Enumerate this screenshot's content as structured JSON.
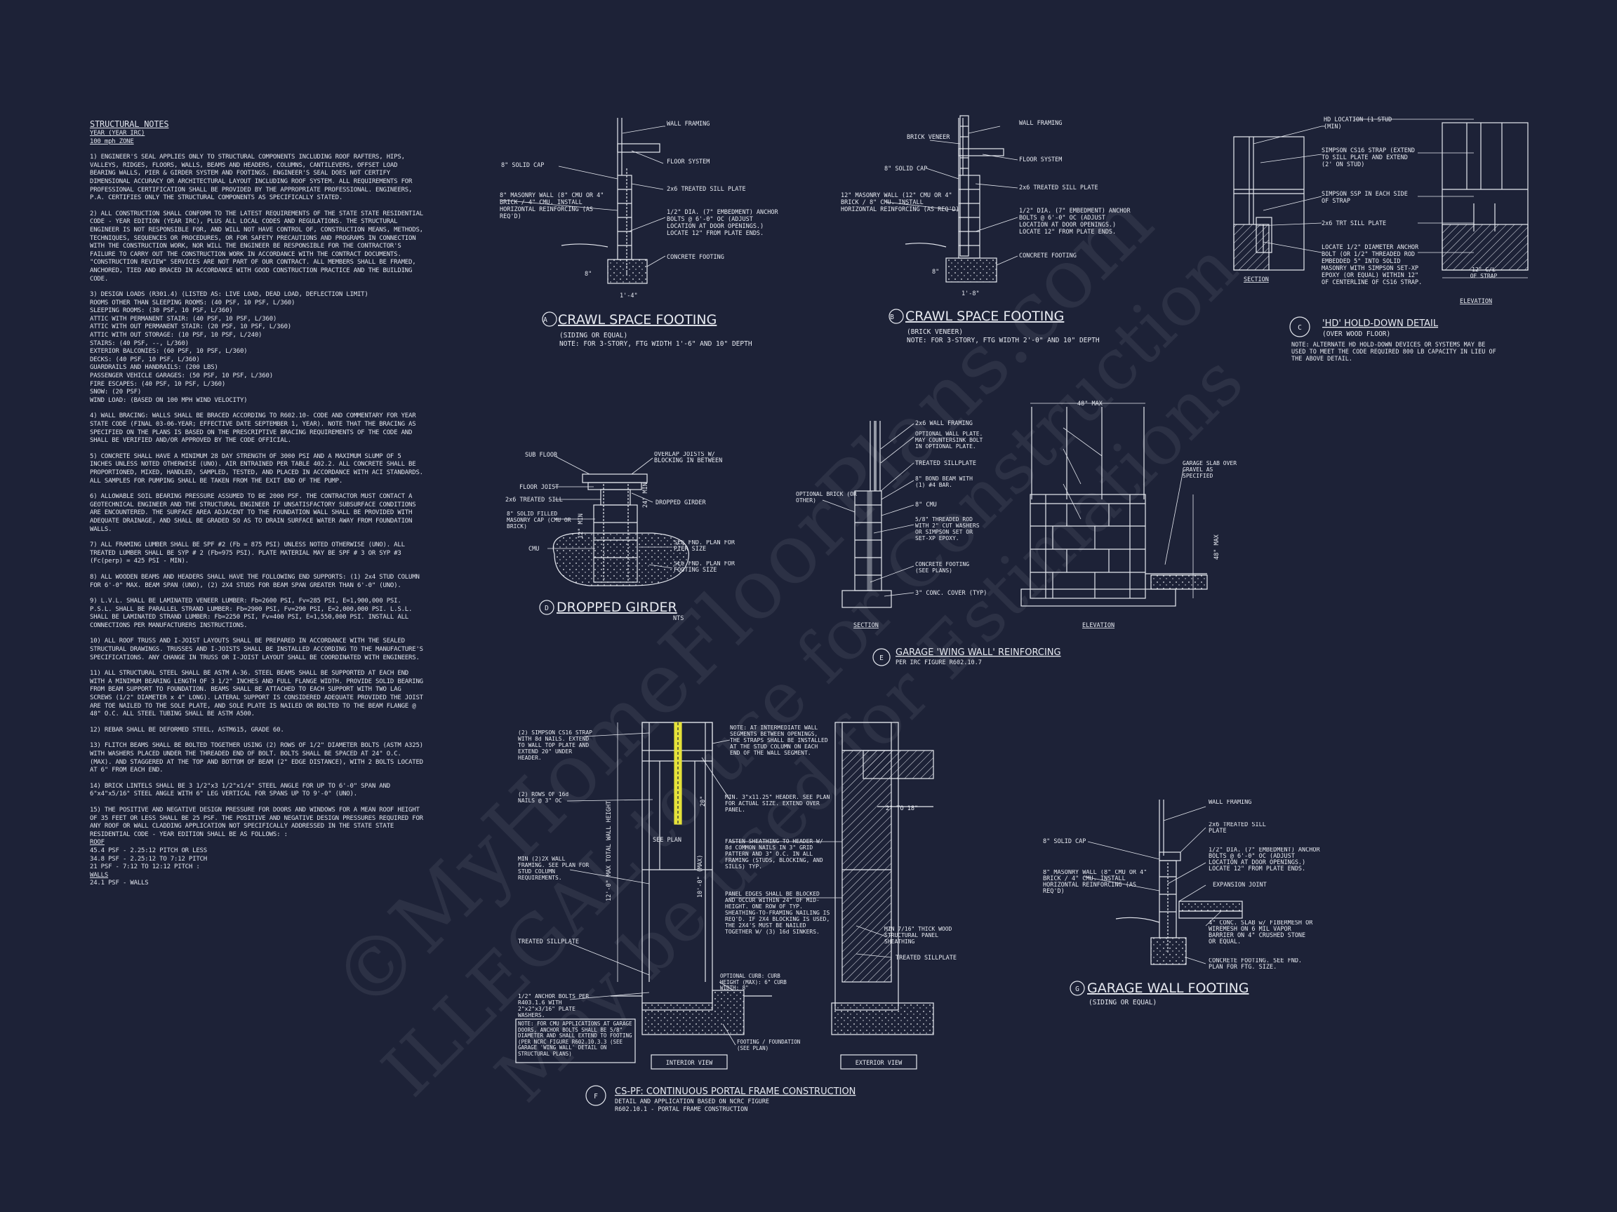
{
  "notes": {
    "title": "STRUCTURAL NOTES",
    "year": "YEAR (YEAR IRC)",
    "wind": "100 mph ZONE",
    "paragraphs": [
      "1) ENGINEER'S SEAL APPLIES ONLY TO STRUCTURAL COMPONENTS INCLUDING ROOF RAFTERS, HIPS, VALLEYS, RIDGES, FLOORS, WALLS, BEAMS AND HEADERS, COLUMNS, CANTILEVERS, OFFSET LOAD BEARING WALLS, PIER & GIRDER SYSTEM AND FOOTINGS. ENGINEER'S SEAL DOES NOT CERTIFY DIMENSIONAL ACCURACY OR ARCHITECTURAL LAYOUT INCLUDING ROOF SYSTEM. ALL REQUIREMENTS FOR PROFESSIONAL CERTIFICATION SHALL BE PROVIDED BY THE APPROPRIATE PROFESSIONAL. ENGINEERS, P.A. CERTIFIES ONLY THE STRUCTURAL COMPONENTS AS SPECIFICALLY STATED.",
      "2) ALL CONSTRUCTION SHALL CONFORM TO THE LATEST REQUIREMENTS OF THE STATE STATE RESIDENTIAL CODE - YEAR EDITION (YEAR IRC), PLUS ALL LOCAL CODES AND REGULATIONS. THE STRUCTURAL ENGINEER IS NOT RESPONSIBLE FOR, AND WILL NOT HAVE CONTROL OF, CONSTRUCTION MEANS, METHODS, TECHNIQUES, SEQUENCES OR PROCEDURES, OR FOR SAFETY PRECAUTIONS AND PROGRAMS IN CONNECTION WITH THE CONSTRUCTION WORK, NOR WILL THE ENGINEER BE RESPONSIBLE FOR THE CONTRACTOR'S FAILURE TO CARRY OUT THE CONSTRUCTION WORK IN ACCORDANCE WITH THE CONTRACT DOCUMENTS. \"CONSTRUCTION REVIEW\" SERVICES ARE NOT PART OF OUR CONTRACT. ALL MEMBERS SHALL BE FRAMED, ANCHORED, TIED AND BRACED IN ACCORDANCE WITH GOOD CONSTRUCTION PRACTICE AND THE BUILDING CODE.",
      "3) DESIGN LOADS (R301.4) (LISTED AS: LIVE LOAD, DEAD LOAD, DEFLECTION LIMIT)\nROOMS OTHER THAN SLEEPING ROOMS: (40 PSF, 10 PSF, L/360)\nSLEEPING ROOMS: (30 PSF, 10 PSF, L/360)\nATTIC WITH PERMANENT STAIR: (40 PSF, 10 PSF, L/360)\nATTIC WITH OUT PERMANENT STAIR: (20 PSF, 10 PSF, L/360)\nATTIC WITH OUT STORAGE: (10 PSF, 10 PSF, L/240)\nSTAIRS: (40 PSF, --, L/360)\nEXTERIOR BALCONIES: (60 PSF, 10 PSF, L/360)\nDECKS: (40 PSF, 10 PSF, L/360)\nGUARDRAILS AND HANDRAILS: (200 LBS)\nPASSENGER VEHICLE GARAGES: (50 PSF, 10 PSF, L/360)\nFIRE ESCAPES: (40 PSF, 10 PSF, L/360)\nSNOW: (20 PSF)\nWIND LOAD: (BASED ON 100 MPH WIND VELOCITY)",
      "4) WALL BRACING: WALLS SHALL BE BRACED ACCORDING TO R602.10- CODE AND COMMENTARY FOR YEAR STATE CODE (FINAL 03-06-YEAR; EFFECTIVE DATE SEPTEMBER 1, YEAR). NOTE THAT THE BRACING AS SPECIFIED ON THE PLANS IS BASED ON THE PRESCRIPTIVE BRACING REQUIREMENTS OF THE CODE AND SHALL BE VERIFIED AND/OR APPROVED BY THE CODE OFFICIAL.",
      "5) CONCRETE SHALL HAVE A MINIMUM 28 DAY STRENGTH OF 3000 PSI AND A MAXIMUM SLUMP OF 5 INCHES UNLESS NOTED OTHERWISE (UNO). AIR ENTRAINED PER TABLE 402.2. ALL CONCRETE SHALL BE PROPORTIONED, MIXED, HANDLED, SAMPLED, TESTED, AND PLACED IN ACCORDANCE WITH ACI STANDARDS. ALL SAMPLES FOR PUMPING SHALL BE TAKEN FROM THE EXIT END OF THE PUMP.",
      "6) ALLOWABLE SOIL BEARING PRESSURE ASSUMED TO BE 2000 PSF. THE CONTRACTOR MUST CONTACT A GEOTECHNICAL ENGINEER AND THE STRUCTURAL ENGINEER IF UNSATISFACTORY SUBSURFACE CONDITIONS ARE ENCOUNTERED. THE SURFACE AREA ADJACENT TO THE FOUNDATION WALL SHALL BE PROVIDED WITH ADEQUATE DRAINAGE, AND SHALL BE GRADED SO AS TO DRAIN SURFACE WATER AWAY FROM FOUNDATION WALLS.",
      "7) ALL FRAMING LUMBER SHALL BE SPF #2 (Fb = 875 PSI) UNLESS NOTED OTHERWISE (UNO). ALL TREATED LUMBER SHALL BE SYP # 2 (Fb=975 PSI). PLATE MATERIAL MAY BE SPF # 3 OR SYP #3 (Fc(perp) = 425 PSI - MIN).",
      "8) ALL WOODEN BEAMS AND HEADERS SHALL HAVE THE FOLLOWING END SUPPORTS: (1) 2x4 STUD COLUMN FOR 6'-0\" MAX. BEAM SPAN (UNO), (2) 2X4 STUDS FOR BEAM SPAN GREATER THAN 6'-0\" (UNO).",
      "9) L.V.L. SHALL BE LAMINATED VENEER LUMBER: Fb=2600 PSI, Fv=285 PSI, E=1,900,000 PSI. P.S.L. SHALL BE PARALLEL STRAND LUMBER: Fb=2900 PSI, Fv=290 PSI, E=2,000,000 PSI. L.S.L. SHALL BE LAMINATED STRAND LUMBER: Fb=2250 PSI, Fv=400 PSI, E=1,550,000 PSI. INSTALL ALL CONNECTIONS PER MANUFACTURERS INSTRUCTIONS.",
      "10) ALL ROOF TRUSS AND I-JOIST LAYOUTS SHALL BE PREPARED IN ACCORDANCE WITH THE SEALED STRUCTURAL DRAWINGS. TRUSSES AND I-JOISTS SHALL BE INSTALLED ACCORDING TO THE MANUFACTURE'S SPECIFICATIONS. ANY CHANGE IN TRUSS OR I-JOIST LAYOUT SHALL BE COORDINATED WITH ENGINEERS.",
      "11) ALL STRUCTURAL STEEL SHALL BE ASTM A-36. STEEL BEAMS SHALL BE SUPPORTED AT EACH END WITH A MINIMUM BEARING LENGTH OF 3 1/2\" INCHES AND FULL FLANGE WIDTH. PROVIDE SOLID BEARING FROM BEAM SUPPORT TO FOUNDATION. BEAMS SHALL BE ATTACHED TO EACH SUPPORT WITH TWO LAG SCREWS (1/2\" DIAMETER x 4\" LONG). LATERAL SUPPORT IS CONSIDERED ADEQUATE PROVIDED THE JOIST ARE TOE NAILED TO THE SOLE PLATE, AND SOLE PLATE IS NAILED OR BOLTED TO THE BEAM FLANGE @ 48\" O.C. ALL STEEL TUBING SHALL BE ASTM A500.",
      "12) REBAR SHALL BE DEFORMED STEEL, ASTM615, GRADE 60.",
      "13) FLITCH BEAMS SHALL BE BOLTED TOGETHER USING (2) ROWS OF 1/2\" DIAMETER BOLTS (ASTM A325) WITH WASHERS PLACED UNDER THE THREADED END OF BOLT. BOLTS SHALL BE SPACED AT 24\" O.C. (MAX). AND STAGGERED AT THE TOP AND BOTTOM OF BEAM (2\" EDGE DISTANCE), WITH 2 BOLTS LOCATED AT 6\" FROM EACH END.",
      "14) BRICK LINTELS SHALL BE 3 1/2\"x3 1/2\"x1/4\" STEEL ANGLE FOR UP TO 6'-0\" SPAN AND 6\"x4\"x5/16\" STEEL ANGLE WITH 6\" LEG VERTICAL FOR SPANS UP TO 9'-0\" (UNO).",
      "15) THE POSITIVE AND NEGATIVE DESIGN PRESSURE FOR DOORS AND WINDOWS FOR A MEAN ROOF HEIGHT OF 35 FEET OR LESS SHALL BE 25 PSF. THE POSITIVE AND NEGATIVE DESIGN PRESSURES REQUIRED FOR ANY ROOF OR WALL CLADDING APPLICATION NOT SPECIFICALLY ADDRESSED IN THE STATE STATE RESIDENTIAL CODE - YEAR EDITION SHALL BE AS FOLLOWS: :"
    ],
    "roof_label": "ROOF",
    "roof_lines": [
      "45.4 PSF - 2.25:12 PITCH OR LESS",
      "34.8 PSF - 2.25:12 TO 7:12 PITCH",
      "21 PSF - 7:12 TO 12:12 PITCH :"
    ],
    "walls_label": "WALLS",
    "walls_lines": [
      "24.1 PSF - WALLS"
    ]
  },
  "details": {
    "a": {
      "tag": "A",
      "title": "CRAWL SPACE FOOTING",
      "sub1": "(SIDING OR EQUAL)",
      "sub2": "NOTE: FOR 3-STORY, FTG WIDTH 1'-6\" AND 10\" DEPTH",
      "dim": "1'-4\"",
      "dim2": "8\"",
      "labels": [
        "WALL FRAMING",
        "8\" SOLID CAP",
        "FLOOR SYSTEM",
        "2x6 TREATED SILL PLATE",
        "8\" MASONRY WALL (8\" CMU OR 4\" BRICK / 4\" CMU. INSTALL HORIZONTAL REINFORCING (AS REQ'D)",
        "1/2\" DIA. (7\" EMBEDMENT) ANCHOR BOLTS @ 6'-0\" OC (ADJUST LOCATION AT DOOR OPENINGS.) LOCATE 12\" FROM PLATE ENDS.",
        "CONCRETE FOOTING"
      ]
    },
    "b": {
      "tag": "B",
      "title": "CRAWL SPACE FOOTING",
      "sub1": "(BRICK VENEER)",
      "sub2": "NOTE: FOR 3-STORY, FTG WIDTH 2'-0\" AND 10\" DEPTH",
      "dim": "1'-8\"",
      "dim2": "8\"",
      "labels": [
        "BRICK VENEER",
        "WALL FRAMING",
        "8\" SOLID CAP",
        "FLOOR SYSTEM",
        "2x6 TREATED SILL PLATE",
        "12\" MASONRY WALL (12\" CMU OR 4\" BRICK / 8\" CMU. INSTALL HORIZONTAL REINFORCING (AS REQ'D)",
        "1/2\" DIA. (7\" EMBEDMENT) ANCHOR BOLTS @ 6'-0\" OC (ADJUST LOCATION AT DOOR OPENINGS.) LOCATE 12\" FROM PLATE ENDS.",
        "CONCRETE FOOTING"
      ]
    },
    "c": {
      "tag": "C",
      "title": "'HD' HOLD-DOWN DETAIL",
      "sub1": "(OVER WOOD FLOOR)",
      "note": "NOTE: ALTERNATE HD HOLD-DOWN DEVICES OR SYSTEMS MAY BE USED TO MEET THE CODE REQUIRED 800 LB CAPACITY IN LIEU OF THE ABOVE DETAIL.",
      "labels": [
        "HD LOCATION (1 STUD (MIN)",
        "SIMPSON CS16 STRAP (EXTEND TO SILL PLATE AND EXTEND (2' ON STUD)",
        "SIMPSON SSP IN EACH SIDE OF STRAP",
        "2x6 TRT SILL PLATE",
        "LOCATE 1/2\" DIAMETER ANCHOR BOLT (OR 1/2\" THREADED ROD EMBEDDED 5\" INTO SOLID MASONRY WITH SIMPSON SET-XP EPOXY (OR EQUAL) WITHIN 12\" OF CENTERLINE OF CS16 STRAP."
      ],
      "section": "SECTION",
      "elevation": "ELEVATION",
      "dim": "12\" C/L OF STRAP"
    },
    "d": {
      "tag": "D",
      "title": "DROPPED GIRDER",
      "nts": "NTS",
      "labels": [
        "SUB FLOOR",
        "OVERLAP JOISTS W/ BLOCKING IN BETWEEN",
        "FLOOR JOIST",
        "2x6 TREATED SILL",
        "DROPPED GIRDER",
        "8\" SOLID FILLED MASONRY CAP (CMU OR BRICK)",
        "24\" MIN",
        "12\" MIN",
        "CMU",
        "SEE FND. PLAN FOR PIER SIZE",
        "SEE FND. PLAN FOR FOOTING SIZE"
      ]
    },
    "e": {
      "tag": "E",
      "title": "GARAGE 'WING WALL' REINFORCING",
      "sub1": "PER IRC FIGURE R602.10.7",
      "section": "SECTION",
      "elevation": "ELEVATION",
      "dim_top": "48\" MAX",
      "dim_side": "48\" MAX",
      "labels": [
        "2x6 WALL FRAMING",
        "OPTIONAL WALL PLATE. MAY COUNTERSINK BOLT IN OPTIONAL PLATE.",
        "TREATED SILLPLATE",
        "8\" BOND BEAM WITH (1) #4 BAR.",
        "8\" CMU",
        "5/8\" THREADED ROD WITH 2\" CUT WASHERS OR SIMPSON SET OR SET-XP EPOXY.",
        "CONCRETE FOOTING (SEE PLANS)",
        "3\" CONC. COVER (TYP)",
        "OPTIONAL BRICK (OR OTHER)",
        "GARAGE SLAB OVER GRAVEL AS SPECIFIED"
      ]
    },
    "f": {
      "tag": "F",
      "title": "CS-PF: CONTINUOUS PORTAL FRAME CONSTRUCTION",
      "sub1": "DETAIL AND APPLICATION BASED ON NCRC FIGURE",
      "sub2": "R602.10.1 - PORTAL FRAME CONSTRUCTION",
      "interior": "INTERIOR VIEW",
      "exterior": "EXTERIOR VIEW",
      "labels": [
        "(2) SIMPSON CS16 STRAP WITH 8d NAILS. EXTEND TO WALL TOP PLATE AND EXTEND 20\" UNDER HEADER.",
        "(2) ROWS OF 16d NAILS @ 3\" OC",
        "MIN (2)2X WALL FRAMING. SEE PLAN FOR STUD COLUMN REQUIREMENTS.",
        "TREATED SILLPLATE",
        "1/2\" ANCHOR BOLTS PER R403.1.6 WITH 2\"x2\"x3/16\" PLATE WASHERS.",
        "NOTE: FOR CMU APPLICATIONS AT GARAGE DOORS, ANCHOR BOLTS SHALL BE 5/8\" DIAMETER AND SHALL EXTEND TO FOOTING (PER NCRC FIGURE R602.10.3.3 (SEE GARAGE 'WING WALL' DETAIL ON STRUCTURAL PLANS)",
        "NOTE: AT INTERMEDIATE WALL SEGMENTS BETWEEN OPENINGS, THE STRAPS SHALL BE INSTALLED AT THE STUD COLUMN ON EACH END OF THE WALL SEGMENT.",
        "MIN. 3\"x11.25\" HEADER. SEE PLAN FOR ACTUAL SIZE. EXTEND OVER PANEL.",
        "FASTEN SHEATHING TO HEADER W/ 8d COMMON NAILS IN 3\" GRID PATTERN AND 3\" O.C. IN ALL FRAMING (STUDS, BLOCKING, AND SILLS) TYP.",
        "PANEL EDGES SHALL BE BLOCKED AND OCCUR WITHIN 24\" OF MID-HEIGHT. ONE ROW OF TYP. SHEATHING-TO-FRAMING NAILING IS REQ'D. IF 2X4 BLOCKING IS USED, THE 2X4'S MUST BE NAILED TOGETHER W/ (3) 16d SINKERS.",
        "MIN 7/16\" THICK WOOD STRUCTURAL PANEL SHEATHING",
        "TREATED SILLPLATE",
        "OPTIONAL CURB: CURB HEIGHT (MAX): 6\" CURB WIDTH: 8\"",
        "FOOTING / FOUNDATION (SEE PLAN)"
      ],
      "dims": [
        "20\"",
        "SEE PLAN",
        "10'-0\" (MAX)",
        "12'-0\" MAX TOTAL WALL HEIGHT",
        "2\" TO 18\""
      ]
    },
    "g": {
      "tag": "G",
      "title": "GARAGE WALL FOOTING",
      "sub1": "(SIDING OR EQUAL)",
      "labels": [
        "WALL FRAMING",
        "8\" SOLID CAP",
        "2x6 TREATED SILL PLATE",
        "8\" MASONRY WALL (8\" CMU OR 4\" BRICK / 4\" CMU. INSTALL HORIZONTAL REINFORCING (AS REQ'D)",
        "1/2\" DIA. (7\" EMBEDMENT) ANCHOR BOLTS @ 6'-0\" OC (ADJUST LOCATION AT DOOR OPENINGS.) LOCATE 12\" FROM PLATE ENDS.",
        "EXPANSION JOINT",
        "4\" CONC. SLAB w/ FIBERMESH OR WIREMESH ON 6 MIL VAPOR BARRIER ON 4\" CRUSHED STONE OR EQUAL.",
        "CONCRETE FOOTING. SEE FND. PLAN FOR FTG. SIZE."
      ]
    }
  },
  "watermark": {
    "line1": "©MyHomeFloorPlans.com",
    "line2": "ILLEGAL to use for Construction",
    "line3": "May be used for Estimations"
  },
  "colors": {
    "background": "#1d2237",
    "ink": "#e6e9f0",
    "highlight": "#e5e23a"
  }
}
